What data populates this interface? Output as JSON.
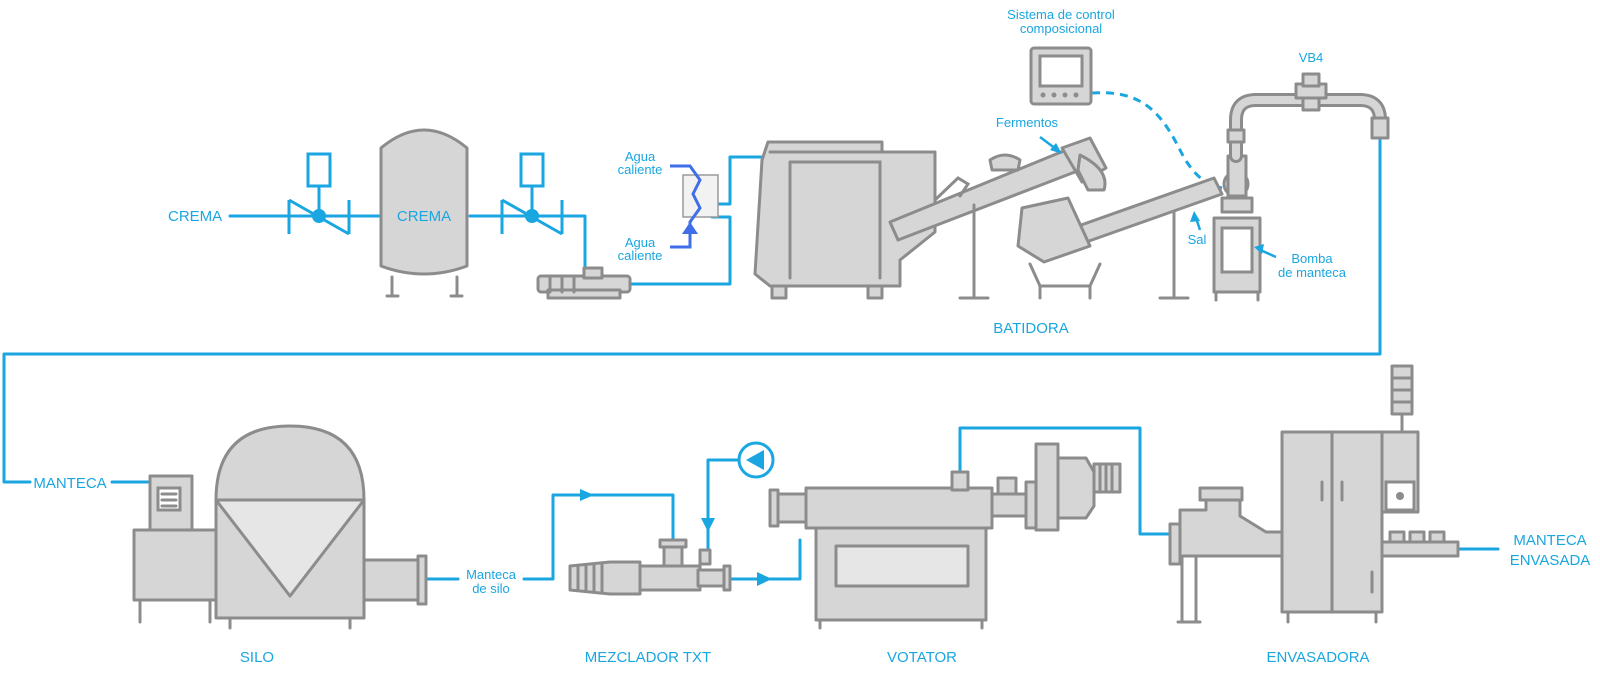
{
  "labels": {
    "crema_in": "CREMA",
    "crema_tank": "CREMA",
    "agua_caliente_top": [
      "Agua",
      "caliente"
    ],
    "agua_caliente_bottom": [
      "Agua",
      "caliente"
    ],
    "sistema_control": [
      "Sistema de control",
      "composicional"
    ],
    "fermentos": "Fermentos",
    "vb4": "VB4",
    "sal": "Sal",
    "bomba": [
      "Bomba",
      "de manteca"
    ],
    "batidora": "BATIDORA",
    "manteca": "MANTECA",
    "manteca_silo": [
      "Manteca",
      "de silo"
    ],
    "silo": "SILO",
    "mezclador": "MEZCLADOR TXT",
    "votator": "VOTATOR",
    "envasadora": "ENVASADORA",
    "manteca_envasada": [
      "MANTECA",
      "ENVASADA"
    ]
  },
  "colors": {
    "pipe": "#1aa6e0",
    "equipment_fill": "#d6d6d6",
    "equipment_stroke": "#8c8c8c",
    "background": "#ffffff"
  }
}
